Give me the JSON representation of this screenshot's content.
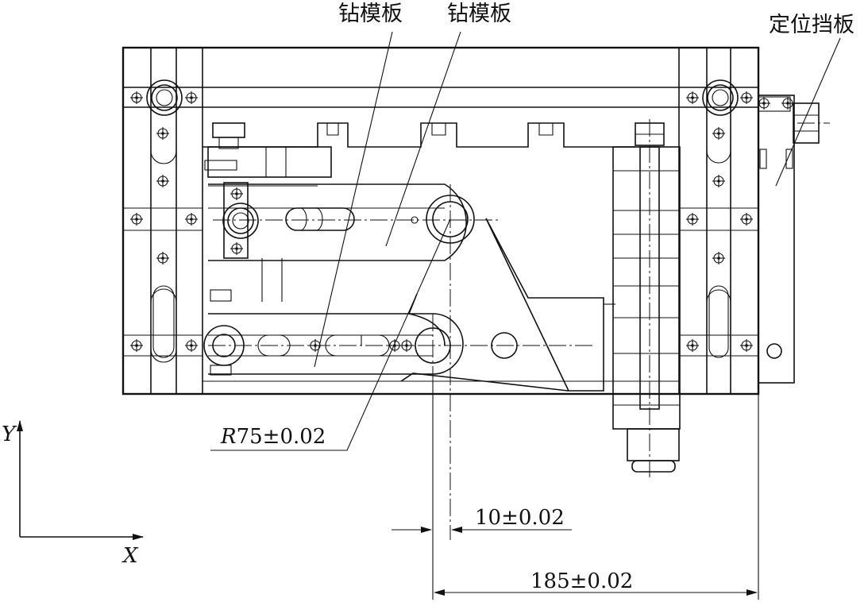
{
  "labels": {
    "drill_plate_1": "钻模板",
    "drill_plate_2": "钻模板",
    "locating_stop": "定位挡板",
    "radius_r": "R",
    "radius_value": "75±0.02",
    "dim_small": "10±0.02",
    "dim_large": "185±0.02",
    "axis_y": "Y",
    "axis_x": "X"
  }
}
